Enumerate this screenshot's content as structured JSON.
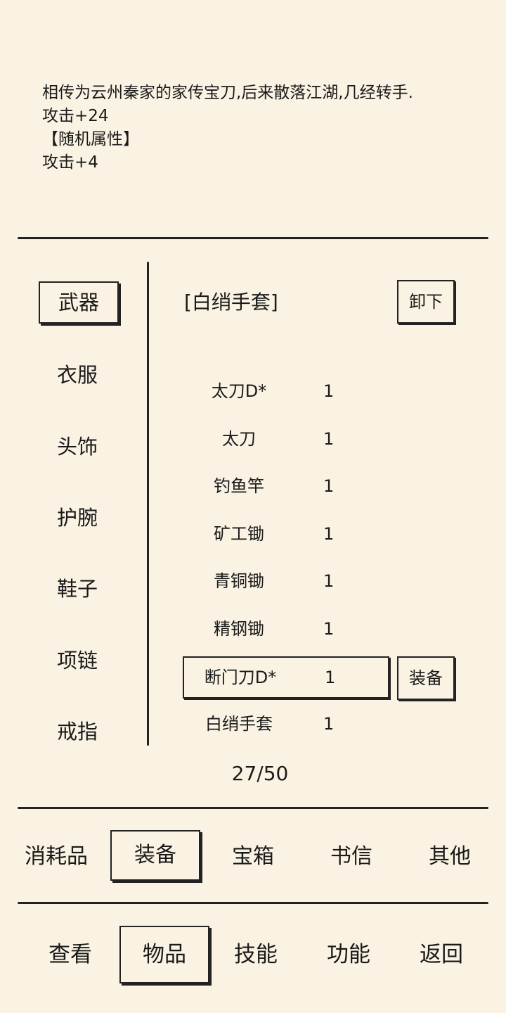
{
  "description": {
    "lines": [
      "相传为云州秦家的家传宝刀,后来散落江湖,几经转手.",
      "攻击+24",
      "【随机属性】",
      "攻击+4"
    ]
  },
  "categories": [
    "武器",
    "衣服",
    "头饰",
    "护腕",
    "鞋子",
    "项链",
    "戒指"
  ],
  "equipped": {
    "name": "[白绡手套]",
    "unequip_label": "卸下"
  },
  "items": [
    {
      "name": "太刀D*",
      "qty": "1"
    },
    {
      "name": "太刀",
      "qty": "1"
    },
    {
      "name": "钓鱼竿",
      "qty": "1"
    },
    {
      "name": "矿工锄",
      "qty": "1"
    },
    {
      "name": "青铜锄",
      "qty": "1"
    },
    {
      "name": "精钢锄",
      "qty": "1"
    },
    {
      "name": "断门刀D*",
      "qty": "1"
    },
    {
      "name": "白绡手套",
      "qty": "1"
    }
  ],
  "equip_label": "装备",
  "page_count": "27/50",
  "item_tabs": [
    "消耗品",
    "装备",
    "宝箱",
    "书信",
    "其他"
  ],
  "nav_tabs": [
    "查看",
    "物品",
    "技能",
    "功能",
    "返回"
  ]
}
